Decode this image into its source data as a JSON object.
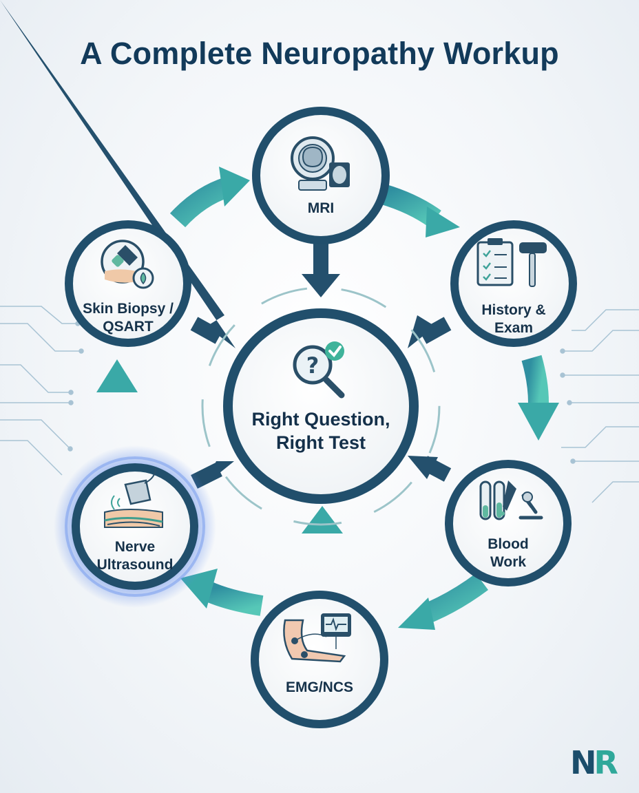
{
  "title": "A Complete Neuropathy Workup",
  "center": {
    "label": "Right Question,\nRight Test",
    "icon": "magnifier-question-check-icon"
  },
  "nodes": [
    {
      "id": "mri",
      "label": "MRI",
      "icon": "mri-brain-scanner-icon"
    },
    {
      "id": "history",
      "label": "History &\nExam",
      "icon": "clipboard-reflex-hammer-icon"
    },
    {
      "id": "blood",
      "label": "Blood\nWork",
      "icon": "test-tubes-microscope-icon"
    },
    {
      "id": "emg",
      "label": "EMG/NCS",
      "icon": "arm-electrodes-monitor-icon"
    },
    {
      "id": "ultrasound",
      "label": "Nerve\nUltrasound",
      "icon": "ultrasound-probe-nerve-icon",
      "highlighted": true
    },
    {
      "id": "skin",
      "label": "Skin Biopsy /\nQSART",
      "icon": "skin-biopsy-droplet-icon"
    }
  ],
  "logo": {
    "first": "N",
    "second": "R"
  },
  "colors": {
    "title": "#123a5a",
    "ring": "#1f4f6b",
    "arrow_teal": "#3fb3ac",
    "arrow_dark": "#24506d",
    "highlight_glow": "#4f7be0",
    "circuit_lines": "#a8c3d4"
  }
}
